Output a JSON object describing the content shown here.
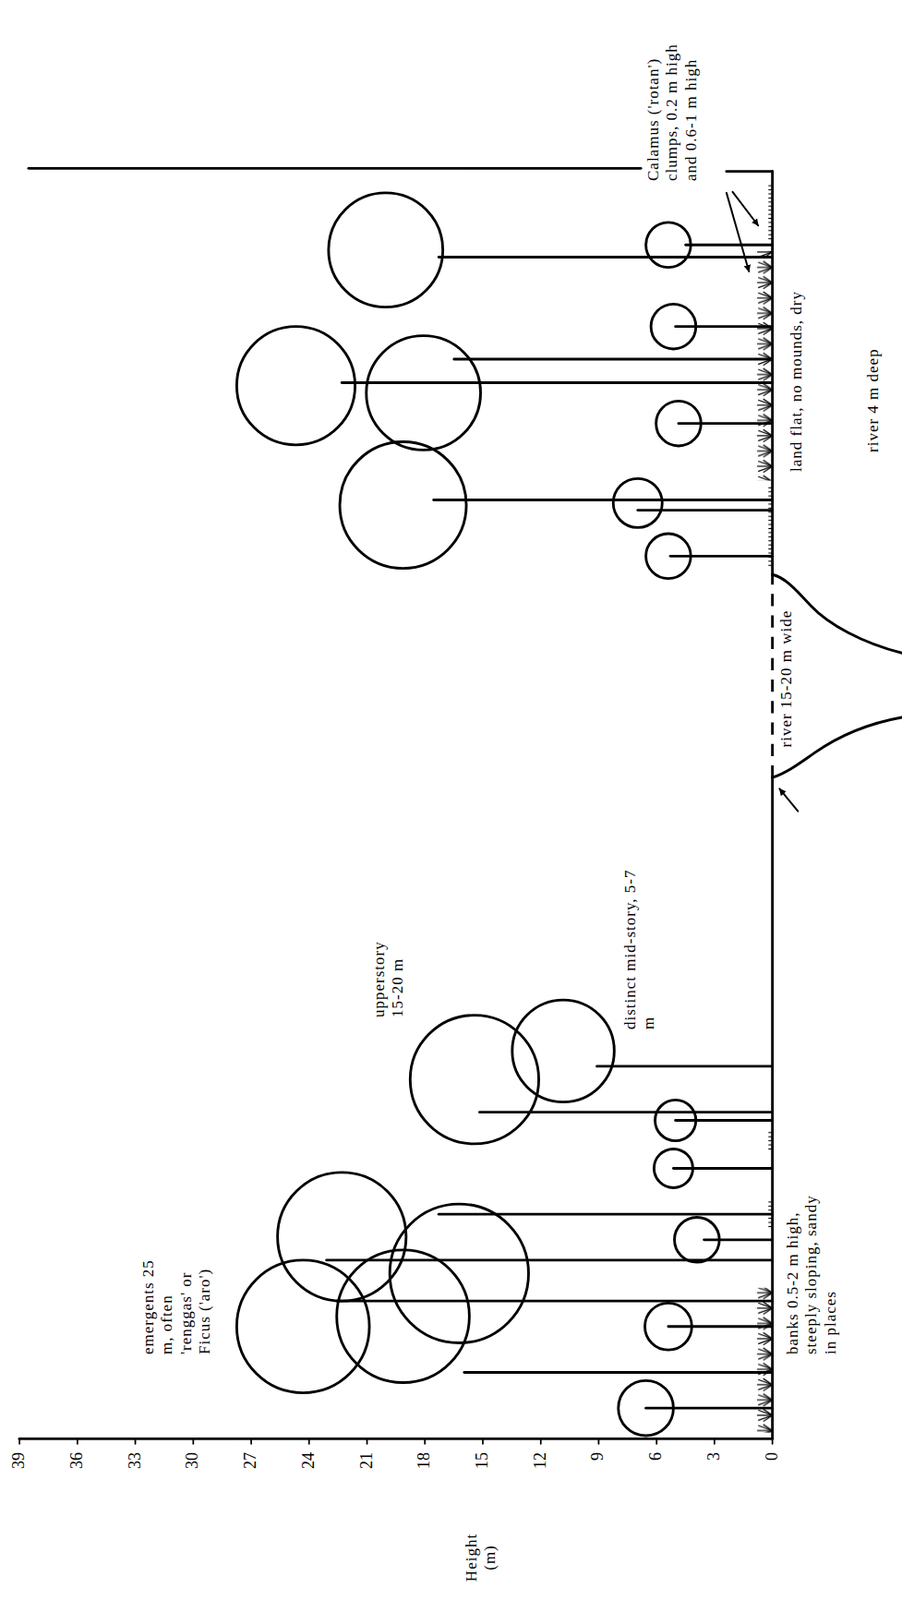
{
  "diagram": {
    "labels": [
      "emergents 25 m, often 'renggas' or Ficus ('aro')",
      "upperstory 15-20 m",
      "distinct mid-story, 5-7 m",
      "banks 0.5-2 m high, steeply sloping, sandy in places",
      "river 15-20 m wide",
      "river 4 m deep",
      "land flat, no mounds, dry",
      "Calamus ('rotan') clumps, 0.2 m high and 0.6-1 m high",
      "Height (m)",
      "39",
      "36",
      "33",
      "30",
      "27",
      "24",
      "21",
      "18",
      "15",
      "12",
      "9",
      "6",
      "3",
      "0"
    ]
  }
}
